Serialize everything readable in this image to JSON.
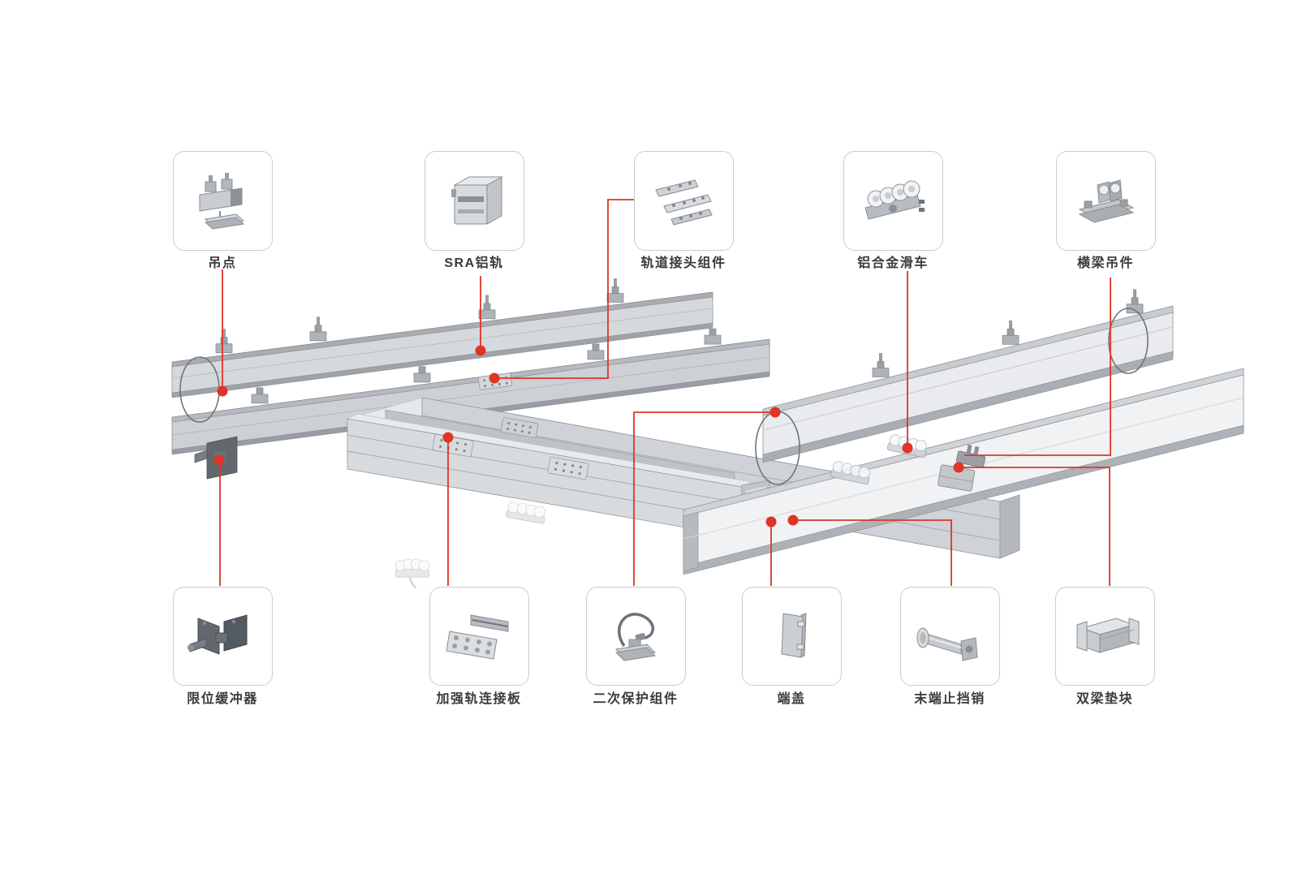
{
  "page": {
    "background": "#ffffff"
  },
  "colors": {
    "leader_red": "#e03427",
    "box_border": "#c9ccd1",
    "label_text": "#3a3a3a",
    "metal_light": "#eef0f2",
    "metal_mid": "#cfd2d6",
    "metal_dark": "#9aa0a5"
  },
  "components": {
    "top": [
      {
        "id": "diaodian",
        "label": "吊点",
        "icon": "hanger-clamp-icon"
      },
      {
        "id": "sra-rail",
        "label": "SRA铝轨",
        "icon": "aluminum-rail-icon"
      },
      {
        "id": "rail-joint",
        "label": "轨道接头组件",
        "icon": "joint-plates-icon"
      },
      {
        "id": "alloy-trolley",
        "label": "铝合金滑车",
        "icon": "roller-trolley-icon"
      },
      {
        "id": "beam-hanger",
        "label": "横梁吊件",
        "icon": "beam-hanger-icon"
      }
    ],
    "bottom": [
      {
        "id": "limit-buffer",
        "label": "限位缓冲器",
        "icon": "buffer-bracket-icon"
      },
      {
        "id": "rail-connector",
        "label": "加强轨连接板",
        "icon": "connector-plate-icon"
      },
      {
        "id": "secondary-protect",
        "label": "二次保护组件",
        "icon": "safety-cable-icon"
      },
      {
        "id": "end-cap",
        "label": "端盖",
        "icon": "end-cap-icon"
      },
      {
        "id": "end-stop-pin",
        "label": "末端止挡销",
        "icon": "stop-pin-icon"
      },
      {
        "id": "double-beam-spacer",
        "label": "双梁垫块",
        "icon": "spacer-block-icon"
      }
    ]
  }
}
